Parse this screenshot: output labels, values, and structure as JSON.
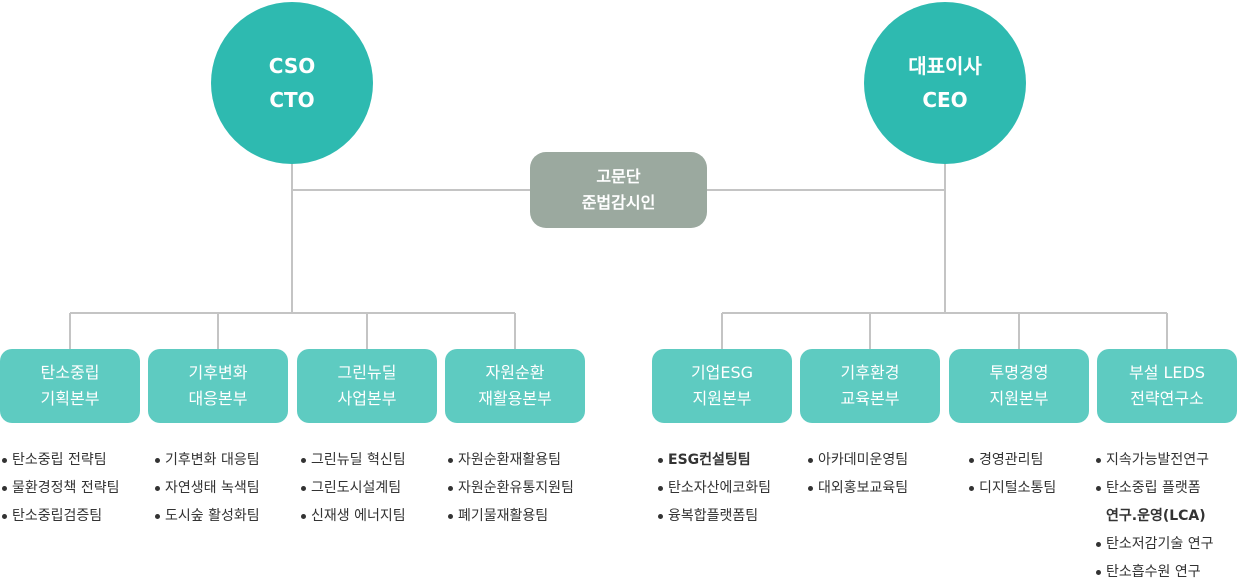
{
  "leaders": [
    {
      "line1": "CSO",
      "line2": "CTO"
    },
    {
      "line1": "대표이사",
      "line2": "CEO"
    }
  ],
  "advisory": {
    "line1": "고문단",
    "line2": "준법감시인"
  },
  "divisions": [
    {
      "line1": "탄소중립",
      "line2": "기획본부",
      "teams": [
        "탄소중립 전략팀",
        "물환경정책 전략팀",
        "탄소중립검증팀"
      ]
    },
    {
      "line1": "기후변화",
      "line2": "대응본부",
      "teams": [
        "기후변화 대응팀",
        "자연생태 녹색팀",
        "도시숲 활성화팀"
      ]
    },
    {
      "line1": "그린뉴딜",
      "line2": "사업본부",
      "teams": [
        "그린뉴딜 혁신팀",
        "그린도시설계팀",
        "신재생 에너지팀"
      ]
    },
    {
      "line1": "자원순환",
      "line2": "재활용본부",
      "teams": [
        "자원순환재활용팀",
        "자원순환유통지원팀",
        "폐기물재활용팀"
      ]
    },
    {
      "line1": "기업ESG",
      "line2": "지원본부",
      "teams": [
        "ESG컨설팅팀",
        "탄소자산에코화팀",
        "융복합플랫폼팀"
      ]
    },
    {
      "line1": "기후환경",
      "line2": "교육본부",
      "teams": [
        "아카데미운영팀",
        "대외홍보교육팀"
      ]
    },
    {
      "line1": "투명경영",
      "line2": "지원본부",
      "teams": [
        "경영관리팀",
        "디지털소통팀"
      ]
    },
    {
      "line1": "부설 LEDS",
      "line2": "전략연구소",
      "teams": [
        "지속가능발전연구",
        "탄소중립 플랫폼",
        "연구.운영(LCA)",
        "탄소저감기술 연구",
        "탄소흡수원 연구"
      ]
    }
  ],
  "colors": {
    "leader": "#2ebab0",
    "advisory": "#9ba99f",
    "division": "#5ecbc1",
    "line": "#bdbdbd"
  }
}
